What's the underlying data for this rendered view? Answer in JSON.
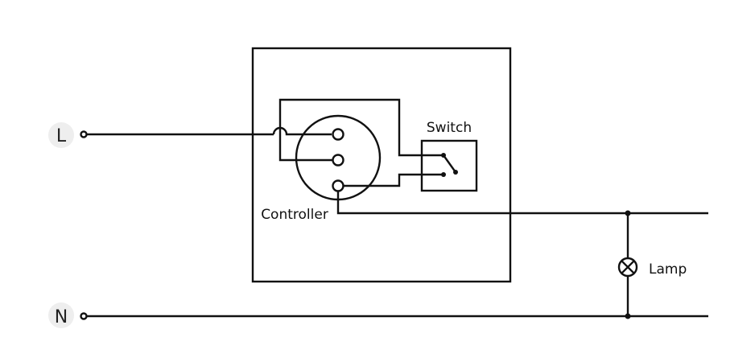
{
  "labels": {
    "line": "L",
    "neutral": "N",
    "switch": "Switch",
    "controller": "Controller",
    "lamp": "Lamp"
  },
  "colors": {
    "stroke": "#111111",
    "label_badge": "#eeeeee",
    "background": "#ffffff"
  }
}
